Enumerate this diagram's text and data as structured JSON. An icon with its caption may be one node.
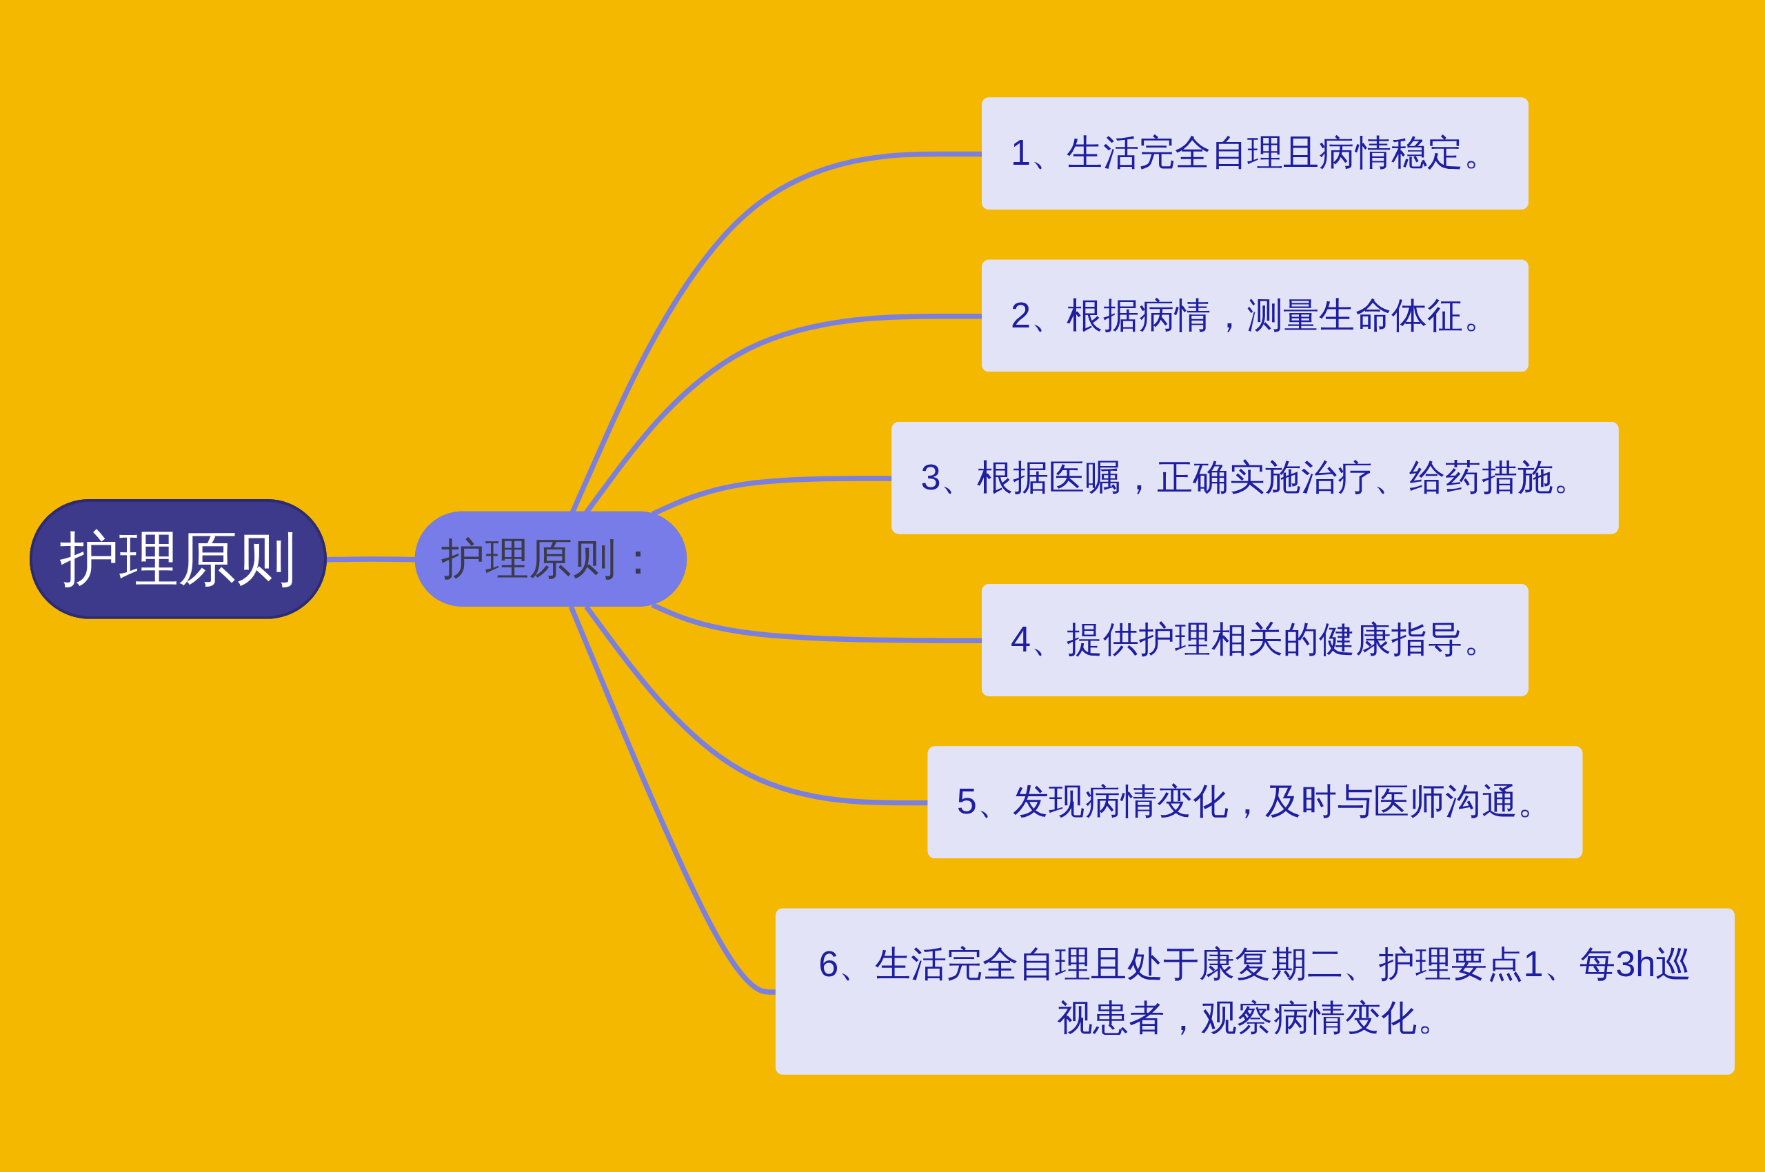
{
  "diagram": {
    "nodes": [
      {
        "text": [
          "护理原则"
        ]
      },
      {
        "text": [
          "护理原则："
        ]
      },
      {
        "text": [
          "1、生活完全自理且病情稳定。"
        ]
      },
      {
        "text": [
          "2、根据病情，测量生命体征。"
        ]
      },
      {
        "text": [
          "3、根据医嘱，正确实施治疗、给药措施。"
        ]
      },
      {
        "text": [
          "4、提供护理相关的健康指导。"
        ]
      },
      {
        "text": [
          "5、发现病情变化，及时与医师沟通。"
        ]
      },
      {
        "text": [
          "6、生活完全自理且处于康复期二、护理要点1、每3h巡视患者，观察病情变化。"
        ]
      }
    ],
    "edges": [
      {
        "from": 0,
        "to": 1,
        "arrow": "none"
      },
      {
        "from": 1,
        "to": 2,
        "arrow": "none"
      },
      {
        "from": 1,
        "to": 3,
        "arrow": "none"
      },
      {
        "from": 1,
        "to": 4,
        "arrow": "none"
      },
      {
        "from": 1,
        "to": 5,
        "arrow": "none"
      },
      {
        "from": 1,
        "to": 6,
        "arrow": "none"
      },
      {
        "from": 1,
        "to": 7,
        "arrow": "none"
      }
    ]
  }
}
